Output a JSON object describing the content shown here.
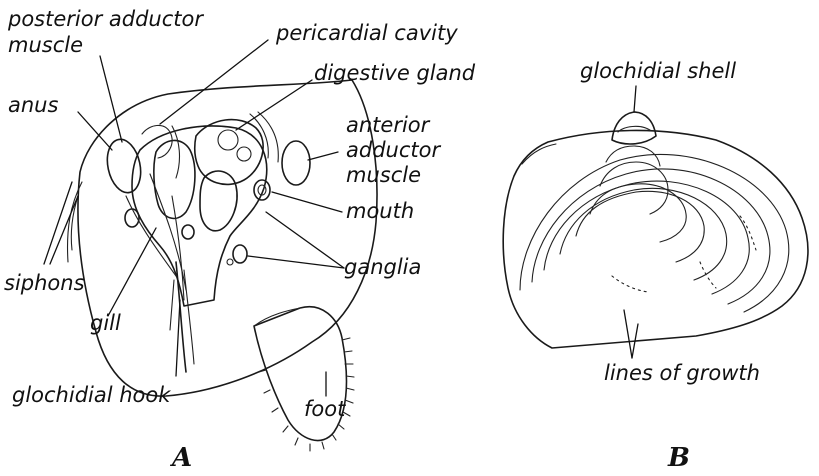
{
  "figure_a": {
    "letter": "A",
    "labels": {
      "posterior_adductor_line1": "posterior adductor",
      "posterior_adductor_line2": "muscle",
      "pericardial_cavity": "pericardial cavity",
      "digestive_gland": "digestive gland",
      "anus": "anus",
      "anterior_adductor_line1": "anterior",
      "anterior_adductor_line2": "adductor",
      "anterior_adductor_line3": "muscle",
      "mouth": "mouth",
      "ganglia": "ganglia",
      "siphons": "siphons",
      "gill": "gill",
      "glochidial_hook": "glochidial hook",
      "foot": "foot"
    }
  },
  "figure_b": {
    "letter": "B",
    "labels": {
      "glochidial_shell": "glochidial shell",
      "lines_of_growth": "lines of growth"
    }
  },
  "colors": {
    "ink": "#111111",
    "paper": "#ffffff"
  }
}
